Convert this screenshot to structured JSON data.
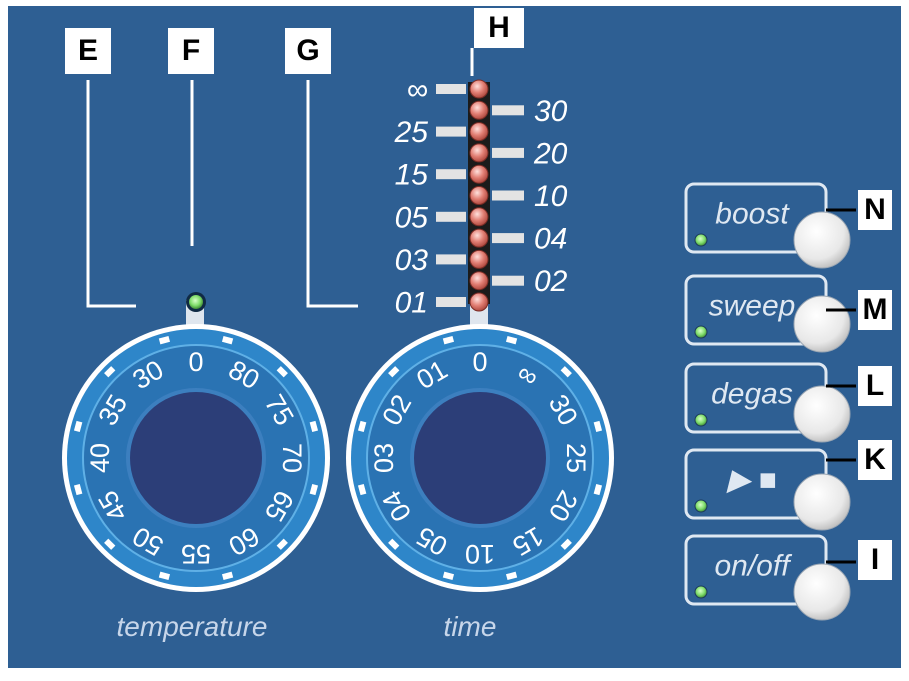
{
  "panel": {
    "background": "#2e5f93",
    "accent": "#2e86c9",
    "led_color": "#7fdc6a",
    "indicator_color": "#e27f74"
  },
  "callouts": {
    "E": "E",
    "F": "F",
    "G": "G",
    "H": "H",
    "N": "N",
    "M": "M",
    "L": "L",
    "K": "K",
    "I": "I"
  },
  "time_scale": {
    "left": [
      "∞",
      "25",
      "15",
      "05",
      "03",
      "01"
    ],
    "right": [
      "30",
      "20",
      "10",
      "04",
      "02"
    ]
  },
  "temperature_dial": {
    "label": "temperature",
    "ticks": [
      "0",
      "80",
      "75",
      "70",
      "65",
      "60",
      "55",
      "50",
      "45",
      "40",
      "35",
      "30"
    ]
  },
  "time_dial": {
    "label": "time",
    "ticks": [
      "0",
      "∞",
      "30",
      "25",
      "20",
      "15",
      "10",
      "05",
      "04",
      "03",
      "02",
      "01"
    ]
  },
  "buttons": {
    "boost": "boost",
    "sweep": "sweep",
    "degas": "degas",
    "play_stop": "▶ ■",
    "onoff": "on/off"
  }
}
